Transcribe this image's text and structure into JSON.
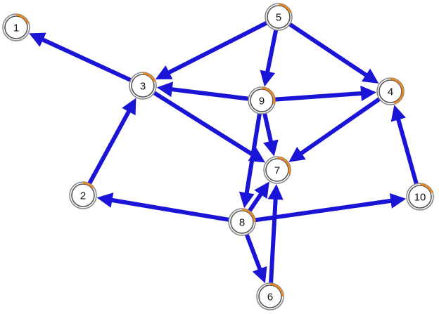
{
  "graph": {
    "nodes": [
      {
        "id": "1",
        "label": "1",
        "progress": 0.2
      },
      {
        "id": "2",
        "label": "2",
        "progress": 0.15
      },
      {
        "id": "3",
        "label": "3",
        "progress": 0.2
      },
      {
        "id": "4",
        "label": "4",
        "progress": 0.45
      },
      {
        "id": "5",
        "label": "5",
        "progress": 0.2
      },
      {
        "id": "6",
        "label": "6",
        "progress": 0.25
      },
      {
        "id": "7",
        "label": "7",
        "progress": 0.3
      },
      {
        "id": "8",
        "label": "8",
        "progress": 0.25
      },
      {
        "id": "9",
        "label": "9",
        "progress": 0.3
      },
      {
        "id": "10",
        "label": "10",
        "progress": 0.2
      }
    ],
    "edges": [
      {
        "from": "3",
        "to": "1"
      },
      {
        "from": "5",
        "to": "3"
      },
      {
        "from": "5",
        "to": "9"
      },
      {
        "from": "5",
        "to": "4"
      },
      {
        "from": "9",
        "to": "3"
      },
      {
        "from": "9",
        "to": "4"
      },
      {
        "from": "9",
        "to": "7"
      },
      {
        "from": "9",
        "to": "8"
      },
      {
        "from": "3",
        "to": "7"
      },
      {
        "from": "4",
        "to": "7"
      },
      {
        "from": "2",
        "to": "3"
      },
      {
        "from": "8",
        "to": "2"
      },
      {
        "from": "8",
        "to": "7"
      },
      {
        "from": "8",
        "to": "10"
      },
      {
        "from": "8",
        "to": "6"
      },
      {
        "from": "6",
        "to": "7"
      },
      {
        "from": "10",
        "to": "4"
      }
    ],
    "colors": {
      "edge": "#1a14d6",
      "node_fill": "#ffffff",
      "node_border": "#555555",
      "progress_arc": "#f08a1c"
    }
  }
}
